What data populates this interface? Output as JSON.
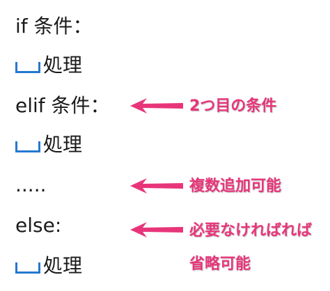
{
  "lines": [
    {
      "text": "if 条件："
    },
    {
      "text": "処理",
      "indent": true
    },
    {
      "text": "elif 条件："
    },
    {
      "text": "処理",
      "indent": true
    },
    {
      "text": "....."
    },
    {
      "text": "else:"
    },
    {
      "text": "処理",
      "indent": true
    }
  ],
  "notes": {
    "second_condition": "2つ目の条件",
    "multiple": "複数追加可能",
    "optional_line1": "必要なければれば",
    "optional_line2": "省略可能"
  },
  "colors": {
    "accent_pink": "#e8357a",
    "indent_blue": "#2479d0",
    "text": "#1a1a1a"
  },
  "icons": {
    "indent_marker": "space-indent-icon",
    "arrow": "left-arrow-icon"
  }
}
